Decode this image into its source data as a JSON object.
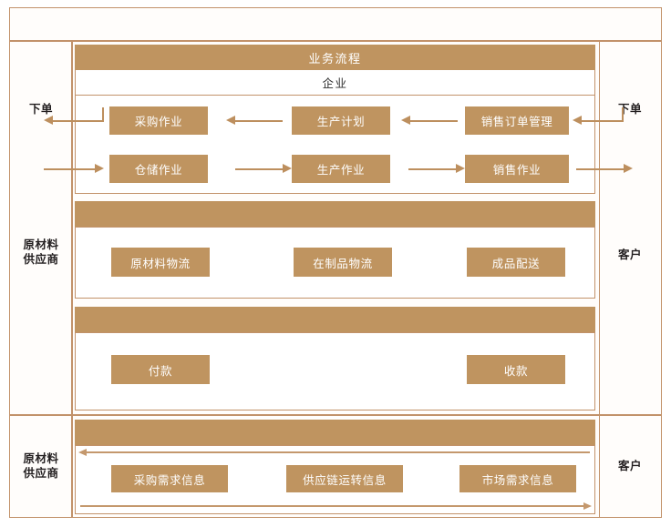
{
  "diagram": {
    "title": "业务流程",
    "subtitle": "企业",
    "left_labels": {
      "order_top": "下单",
      "supplier_mid": "原材料\n供应商",
      "supplier_bottom": "原材料\n供应商"
    },
    "right_labels": {
      "order_top": "下单",
      "customer_mid": "客户",
      "customer_bottom": "客户"
    },
    "left_label_lines": {
      "supplier_mid": [
        "原材料",
        "供应商"
      ],
      "supplier_bottom": [
        "原材料",
        "供应商"
      ]
    },
    "rows": {
      "business_process": {
        "upstream_flow": [
          "采购作业",
          "生产计划",
          "销售订单管理"
        ],
        "downstream_flow": [
          "仓储作业",
          "生产作业",
          "销售作业"
        ]
      },
      "logistics": {
        "nodes": [
          "原材料物流",
          "在制品物流",
          "成品配送"
        ]
      },
      "payment": {
        "nodes": [
          "付款",
          "收款"
        ]
      },
      "information": {
        "nodes": [
          "采购需求信息",
          "供应链运转信息",
          "市场需求信息"
        ]
      }
    },
    "colors": {
      "fill": "#bf9460",
      "border": "#c2926a",
      "arrow": "#bd8f5e",
      "thin_arrow": "#c4986d",
      "text_on_fill": "#ffffff",
      "text_dark": "#231f20",
      "background": "#ffffff"
    }
  }
}
